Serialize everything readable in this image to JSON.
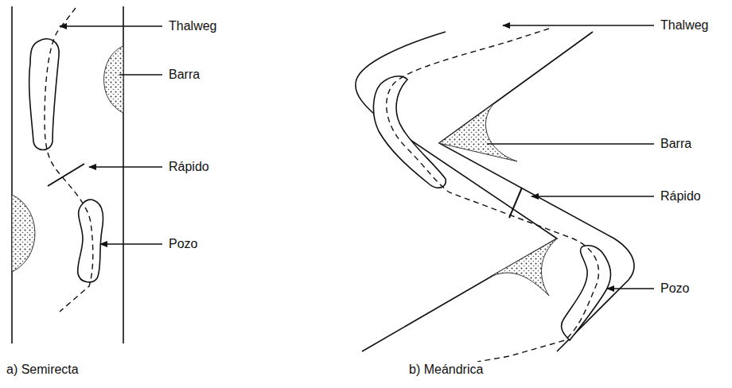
{
  "diagram": {
    "labels": [
      "Thalweg",
      "Barra",
      "Rápido",
      "Pozo",
      "a) Semirecta",
      "Thalweg",
      "Barra",
      "Rápido",
      "Pozo",
      "b) Meándrica"
    ]
  }
}
